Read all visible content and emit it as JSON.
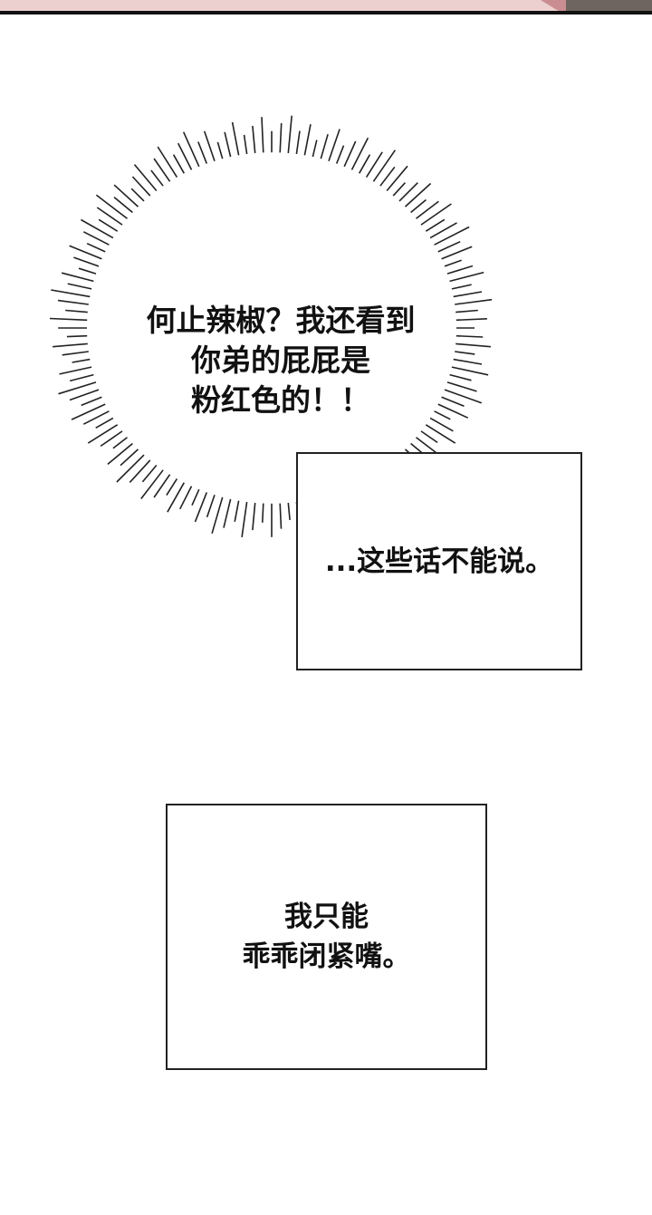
{
  "top_panel": {
    "colors": {
      "pink": "#ecd0cf",
      "dark": "#6f6560",
      "border": "#111111"
    }
  },
  "burst_bubble": {
    "lines": [
      "何止辣椒？我还看到",
      "你弟的屁屁是",
      "粉红色的！！"
    ]
  },
  "caption_box_1": {
    "lines": [
      "...这些话不能说。"
    ]
  },
  "caption_box_2": {
    "lines": [
      "我只能",
      "乖乖闭紧嘴。"
    ]
  }
}
